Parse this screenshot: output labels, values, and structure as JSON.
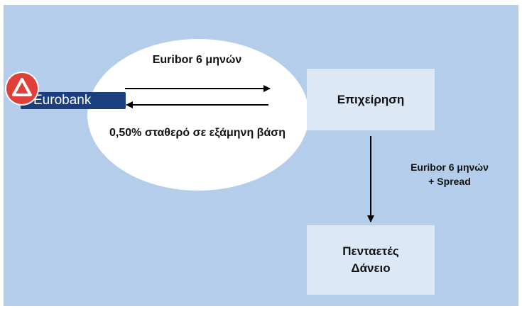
{
  "logo": {
    "text": "Eurobank"
  },
  "ellipse": {
    "top_label": "Euribor 6 μηνών",
    "bottom_label": "0,50% σταθερό σε εξάμηνη βάση"
  },
  "boxes": {
    "company": "Επιχείρηση",
    "loan_line1": "Πενταετές",
    "loan_line2": "Δάνειο"
  },
  "side_label": {
    "line1": "Euribor 6 μηνών",
    "line2": "+ Spread"
  },
  "colors": {
    "background": "#b4cdea",
    "box": "#dde8f6",
    "logo_red": "#e0403a",
    "logo_blue": "#1b3f7e"
  }
}
